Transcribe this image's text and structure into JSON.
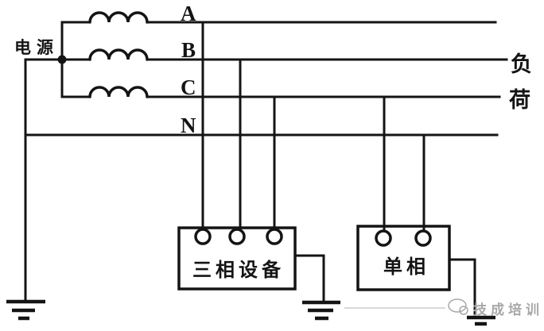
{
  "diagram": {
    "source_label": "电源",
    "phase_labels": {
      "a": "A",
      "b": "B",
      "c": "C",
      "n": "N"
    },
    "load_label": {
      "char1": "负",
      "char2": "荷"
    },
    "three_phase_box_label": "三相设备",
    "single_phase_box_label": "单相",
    "watermark_text": "技成培训",
    "icons": {
      "inductor-coil": "three-arc coil symbol",
      "earth-ground": "three stacked bars of decreasing width",
      "terminal": "open circle",
      "junction": "filled dot"
    },
    "colors": {
      "line": "#141414",
      "watermark": "#a8a8a8",
      "background": "#ffffff"
    }
  }
}
